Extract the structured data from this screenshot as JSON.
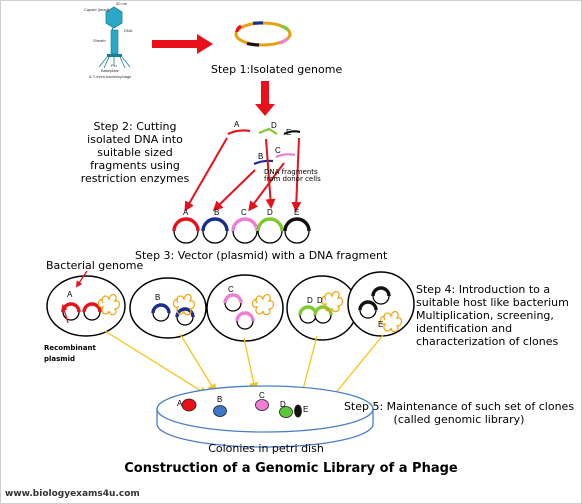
{
  "phage": {
    "labels": [
      "Capsid (head)",
      "50 nm",
      "DNA",
      "Sheath",
      "Pin",
      "Baseplate",
      "& T-even bacteriophage"
    ]
  },
  "steps": {
    "step1": "Step 1:Isolated genome",
    "step2": [
      "Step 2: Cutting",
      "isolated DNA into",
      "suitable sized",
      "fragments using",
      "restriction enzymes"
    ],
    "step3": "Step 3: Vector (plasmid) with a DNA fragment",
    "step4": [
      "Step 4: Introduction to a",
      "suitable host like bacterium",
      "Multiplication, screening,",
      "identification and",
      "characterization of clones"
    ],
    "step5": [
      "Step 5: Maintenance of such set of clones",
      "(called genomic library)"
    ]
  },
  "fragments": {
    "letters": [
      "A",
      "B",
      "C",
      "D",
      "E"
    ],
    "caption": [
      "DNA fragments",
      "from donor cells"
    ]
  },
  "plasmids": {
    "letters": [
      "A",
      "B",
      "C",
      "D",
      "E"
    ],
    "colors": [
      "#e8101a",
      "#1a2f8c",
      "#f07cd6",
      "#7ec830",
      "#111111"
    ]
  },
  "bacteria": {
    "genome_label": "Bacterial genome",
    "recombinant_label": [
      "Recombinant",
      "plasmid"
    ],
    "letters": [
      "A",
      "B",
      "C",
      "D",
      "D",
      "E"
    ]
  },
  "dish": {
    "caption": "Colonies in petri dish",
    "colony_letters": [
      "A",
      "B",
      "C",
      "D",
      "E"
    ],
    "colony_colors": [
      "#e8101a",
      "#3b78c6",
      "#f07cd6",
      "#5bc838",
      "#111111"
    ]
  },
  "title": "Construction of a Genomic Library of a Phage",
  "watermark": "www.biologyexams4u.com",
  "colors": {
    "arrow_red": "#e8101a",
    "arrow_yellow": "#f5c518",
    "gene_orange": "#f2a50f",
    "dish_blue": "#4a7fc4",
    "phage_cyan": "#2ba8c8"
  }
}
